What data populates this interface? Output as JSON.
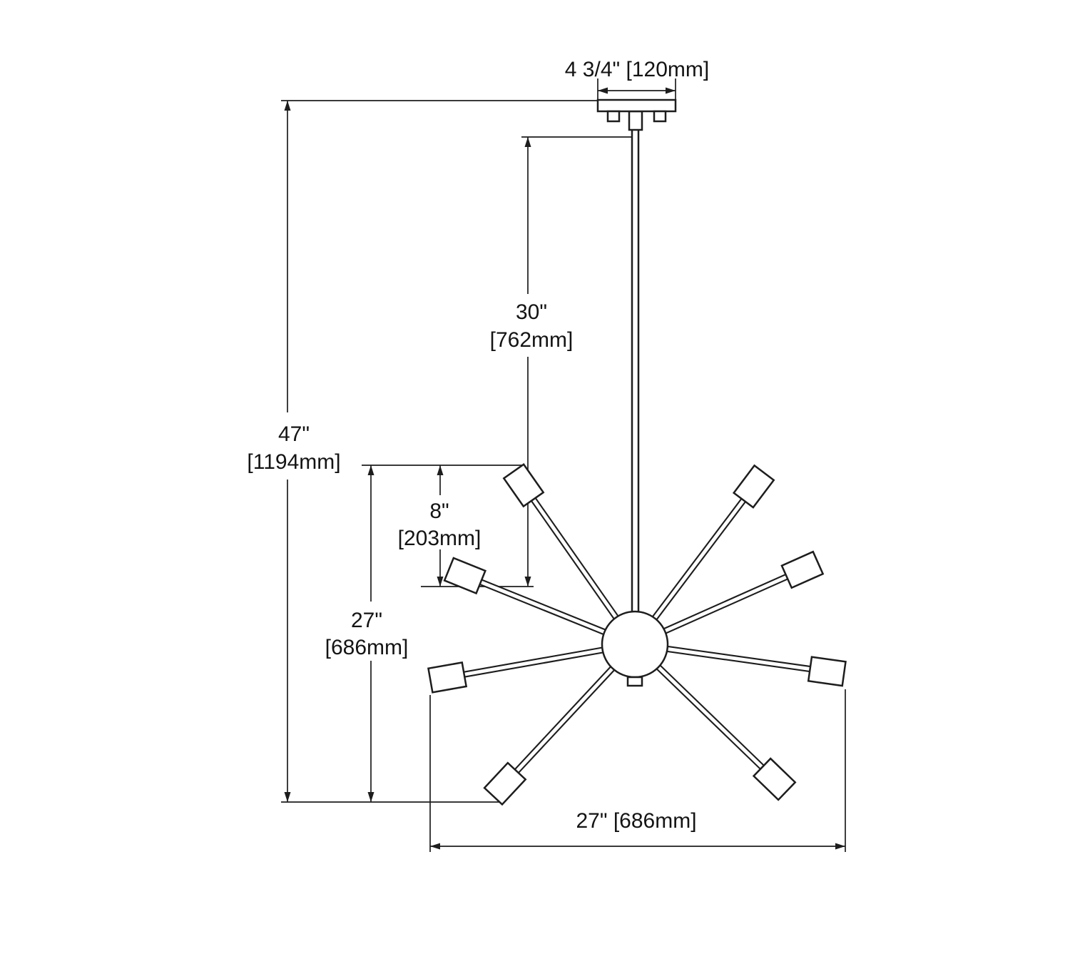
{
  "style": {
    "line_color": "#1d1d1d",
    "background": "#ffffff"
  },
  "labels": {
    "canopy_width": "4 3/4\" [120mm]",
    "rod_length_in": "30\"",
    "rod_length_mm": "[762mm]",
    "overall_height_in": "47\"",
    "overall_height_mm": "[1194mm]",
    "upper_section_in": "8\"",
    "upper_section_mm": "[203mm]",
    "body_height_in": "27\"",
    "body_height_mm": "[686mm]",
    "body_width": "27\" [686mm]"
  }
}
